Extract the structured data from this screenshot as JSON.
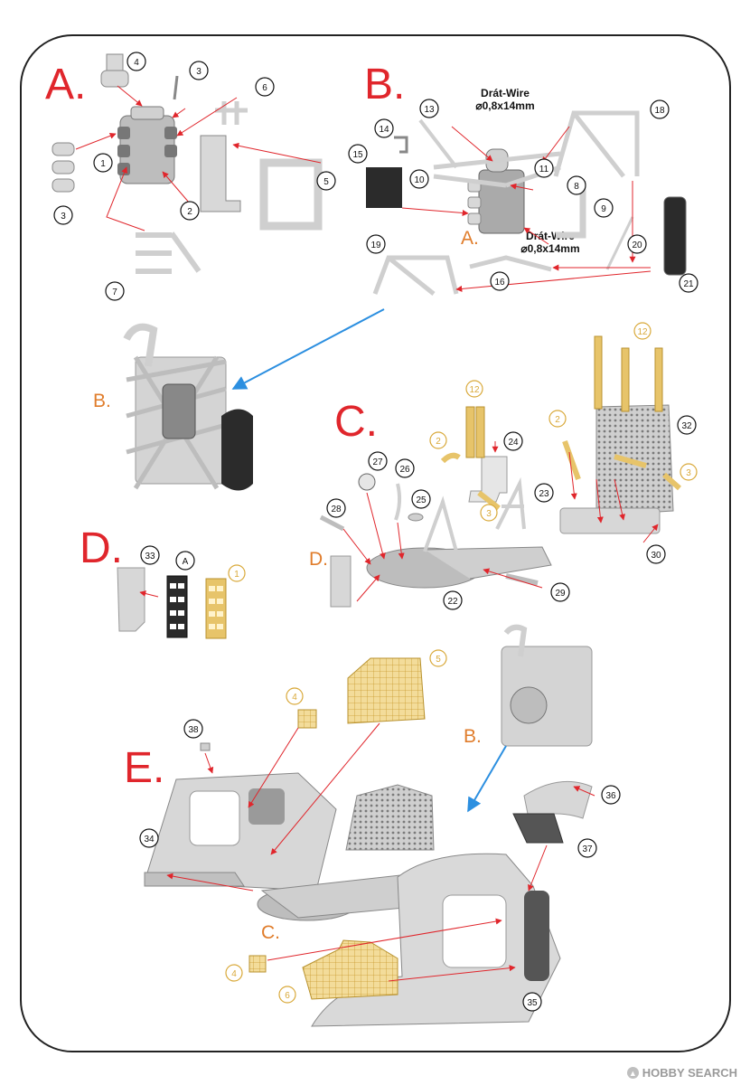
{
  "sections": {
    "a": "A.",
    "b": "B.",
    "c": "C.",
    "d": "D.",
    "e": "E."
  },
  "sub_labels": {
    "b_in_b": "A.",
    "b_result": "B.",
    "c_in_c": "D.",
    "e_in_b": "B.",
    "e_in_c": "C."
  },
  "wire_notes": {
    "top_line1": "Drát-Wire",
    "top_line2": "⌀0,8x14mm",
    "mid_line1": "Drát-Wire",
    "mid_line2": "⌀0,8x14mm"
  },
  "callouts_plastic": [
    "1",
    "2",
    "3",
    "3",
    "4",
    "5",
    "6",
    "7",
    "8",
    "9",
    "10",
    "11",
    "13",
    "14",
    "15",
    "16",
    "18",
    "19",
    "20",
    "21",
    "22",
    "23",
    "24",
    "25",
    "26",
    "27",
    "28",
    "29",
    "30",
    "32",
    "33",
    "A",
    "34",
    "35",
    "36",
    "37",
    "38"
  ],
  "callouts_etch": [
    "1",
    "2",
    "2",
    "3",
    "3",
    "4",
    "4",
    "5",
    "6",
    "12",
    "12"
  ],
  "colors": {
    "red_label": "#e0262c",
    "orange_label": "#e07d2c",
    "arrow_red": "#e0262c",
    "arrow_blue": "#2c8fe0",
    "part_grey": "#d7d7d7",
    "etch_gold": "#e7c46a"
  },
  "footer": {
    "brand": "HOBBY SEARCH"
  }
}
